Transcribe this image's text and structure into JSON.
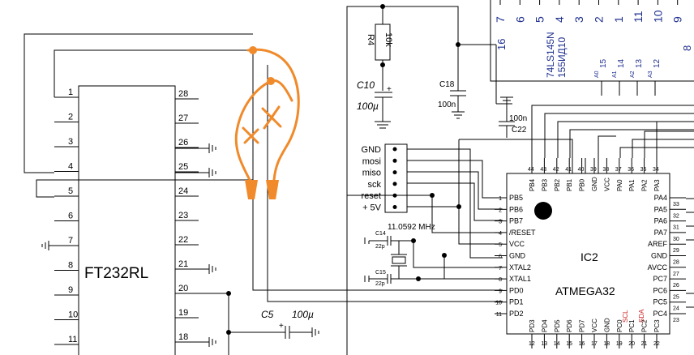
{
  "ft232": {
    "name": "FT232RL",
    "left_pins": [
      "1",
      "2",
      "3",
      "4",
      "5",
      "6",
      "7",
      "8",
      "9",
      "10",
      "11"
    ],
    "right_pins": [
      "28",
      "27",
      "26",
      "25",
      "24",
      "23",
      "22",
      "21",
      "20",
      "19",
      "18"
    ]
  },
  "ic2": {
    "ref": "IC2",
    "part": "ATMEGA32",
    "top_pin_numbers": [
      "44",
      "43",
      "42",
      "41",
      "40",
      "39",
      "38",
      "37",
      "36",
      "35",
      "34"
    ],
    "top_pin_names": [
      "PB4",
      "PB3",
      "PB2",
      "PB1",
      "PB0",
      "GND",
      "VCC",
      "PA0",
      "PA1",
      "PA2",
      "PA3"
    ],
    "left_pin_numbers": [
      "1",
      "2",
      "3",
      "4",
      "5",
      "6",
      "7",
      "8",
      "9",
      "10",
      "11"
    ],
    "left_pin_names": [
      "PB5",
      "PB6",
      "PB7",
      "/RESET",
      "VCC",
      "GND",
      "XTAL2",
      "XTAL1",
      "PD0",
      "PD1",
      "PD2"
    ],
    "right_pin_names": [
      "PA4",
      "PA5",
      "PA6",
      "PA7",
      "AREF",
      "GND",
      "AVCC",
      "PC7",
      "PC6",
      "PC5",
      "PC4"
    ],
    "right_pin_numbers": [
      "33",
      "32",
      "31",
      "30",
      "29",
      "28",
      "27",
      "26",
      "25",
      "24",
      "23"
    ],
    "bottom_pin_names": [
      "PD3",
      "PD4",
      "PD5",
      "PD6",
      "PD7",
      "VCC",
      "GND",
      "PC0",
      "PC1",
      "PC2",
      "PC3"
    ],
    "bottom_pin_numbers": [
      "12",
      "13",
      "14",
      "15",
      "16",
      "17",
      "18",
      "19",
      "20",
      "21",
      "22"
    ],
    "scl_label": "SCL",
    "sda_label": "SDA"
  },
  "counter": {
    "part": "74LS145N",
    "part_alt": "155ИД10",
    "top_pins": [
      "7",
      "6",
      "5",
      "4",
      "3",
      "2",
      "1",
      "11",
      "10",
      "9"
    ],
    "pin_16": "16",
    "pin_8": "8",
    "input_pins": [
      {
        "name": "A0",
        "num": "15"
      },
      {
        "name": "A1",
        "num": "14"
      },
      {
        "name": "A2",
        "num": "13"
      },
      {
        "name": "A3",
        "num": "12"
      }
    ]
  },
  "connector": {
    "labels": [
      "GND",
      "mosi",
      "miso",
      "sck",
      "reset",
      "+ 5V"
    ]
  },
  "components": {
    "r4_ref": "R4",
    "r4_value": "10k",
    "c10_ref": "C10",
    "c10_value": "100µ",
    "c10_plus": "+",
    "c18_ref": "C18",
    "c18_value": "100n",
    "c22_value": "100n",
    "c22_ref": "C22",
    "crystal": "11.0592 MHz",
    "c14_ref": "C14",
    "c14_value": "22p",
    "c15_ref": "C15",
    "c15_value": "22p",
    "c5_ref": "C5",
    "c5_value": "100µ",
    "c5_plus": "+"
  },
  "colors": {
    "line": "#000000",
    "annotation": "#f08a2a",
    "pin_sda_scl": "#cc2222",
    "counter_pins": "#1f2f8f"
  }
}
